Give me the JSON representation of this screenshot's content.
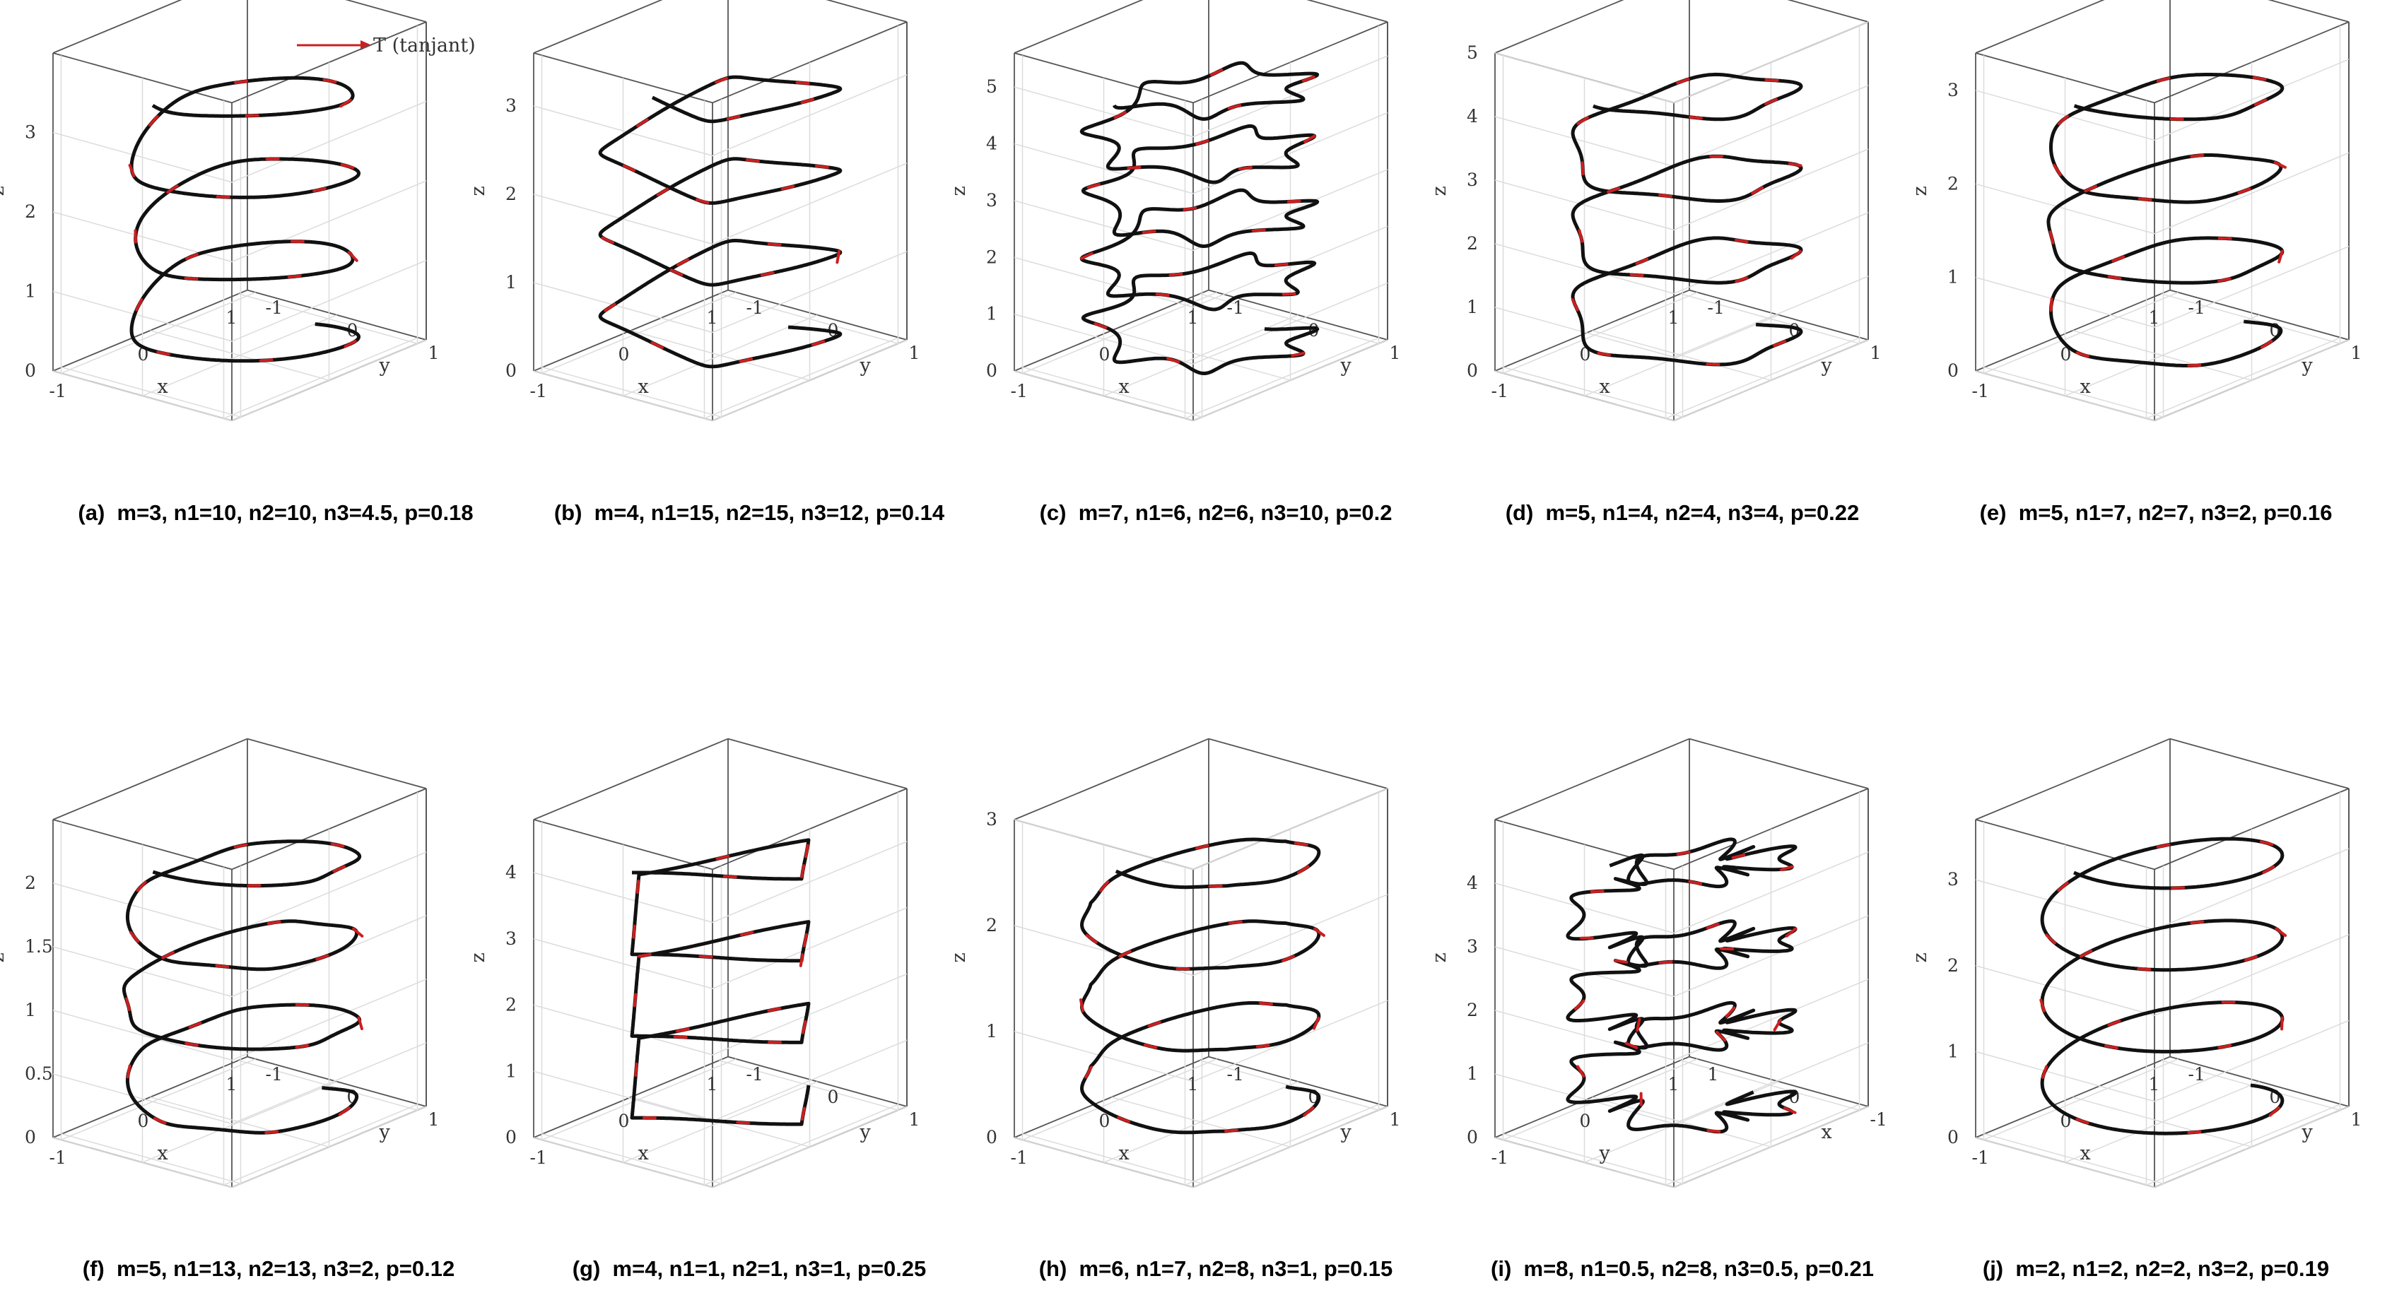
{
  "legend": {
    "label": "T (tanjant)",
    "color": "#cc1f1f"
  },
  "chart_data": [
    {
      "type": "line3d",
      "panel_label": "(a)",
      "caption": "m=3, n1=10, n2=10, n3=4.5, p=0.18",
      "m": 3,
      "n1": 10,
      "n2": 10,
      "n3": 4.5,
      "p": 0.18,
      "turns": 3.5,
      "xlabel": "x",
      "ylabel": "y",
      "zlabel": "z",
      "xticks": [
        "-1",
        "0",
        "1"
      ],
      "yticks": [
        "-1",
        "0",
        "1"
      ],
      "zticks": [
        "0",
        "1",
        "2",
        "3"
      ],
      "zlim": [
        0,
        4
      ]
    },
    {
      "type": "line3d",
      "panel_label": "(b)",
      "caption": "m=4, n1=15, n2=15, n3=12, p=0.14",
      "m": 4,
      "n1": 15,
      "n2": 15,
      "n3": 12,
      "p": 0.14,
      "turns": 3.5,
      "xlabel": "x",
      "ylabel": "y",
      "zlabel": "z",
      "xticks": [
        "-1",
        "0",
        "1"
      ],
      "yticks": [
        "-1",
        "0",
        "1"
      ],
      "zticks": [
        "0",
        "1",
        "2",
        "3"
      ],
      "zlim": [
        0,
        3.6
      ]
    },
    {
      "type": "line3d",
      "panel_label": "(c)",
      "caption": "m=7, n1=6, n2=6, n3=10, p=0.2",
      "m": 7,
      "n1": 6,
      "n2": 6,
      "n3": 10,
      "p": 0.2,
      "turns": 4.5,
      "xlabel": "x",
      "ylabel": "y",
      "zlabel": "z",
      "xticks": [
        "-1",
        "0",
        "1"
      ],
      "yticks": [
        "-1",
        "0",
        "1"
      ],
      "zticks": [
        "0",
        "1",
        "2",
        "3",
        "4",
        "5"
      ],
      "zlim": [
        0,
        5.6
      ]
    },
    {
      "type": "line3d",
      "panel_label": "(d)",
      "caption": "m=5, n1=4, n2=4, n3=4, p=0.22",
      "m": 5,
      "n1": 4,
      "n2": 4,
      "n3": 4,
      "p": 0.22,
      "turns": 3.5,
      "xlabel": "x",
      "ylabel": "y",
      "zlabel": "z",
      "xticks": [
        "-1",
        "0",
        "1"
      ],
      "yticks": [
        "-1",
        "0",
        "1"
      ],
      "zticks": [
        "0",
        "1",
        "2",
        "3",
        "4",
        "5"
      ],
      "zlim": [
        0,
        5
      ]
    },
    {
      "type": "line3d",
      "panel_label": "(e)",
      "caption": "m=5, n1=7, n2=7, n3=2, p=0.16",
      "m": 5,
      "n1": 7,
      "n2": 7,
      "n3": 2,
      "p": 0.16,
      "turns": 3.5,
      "xlabel": "x",
      "ylabel": "y",
      "zlabel": "z",
      "xticks": [
        "-1",
        "0",
        "1"
      ],
      "yticks": [
        "-1",
        "0",
        "1"
      ],
      "zticks": [
        "0",
        "1",
        "2",
        "3"
      ],
      "zlim": [
        0,
        3.4
      ]
    },
    {
      "type": "line3d",
      "panel_label": "(f)",
      "caption": "m=5, n1=13, n2=13, n3=2, p=0.12",
      "m": 5,
      "n1": 13,
      "n2": 13,
      "n3": 2,
      "p": 0.12,
      "turns": 3.5,
      "xlabel": "x",
      "ylabel": "y",
      "zlabel": "z",
      "xticks": [
        "-1",
        "0",
        "1"
      ],
      "yticks": [
        "-1",
        "0",
        "1"
      ],
      "zticks": [
        "0",
        "0.5",
        "1",
        "1.5",
        "2"
      ],
      "zlim": [
        0,
        2.5
      ]
    },
    {
      "type": "line3d",
      "panel_label": "(g)",
      "caption": "m=4, n1=1, n2=1, n3=1, p=0.25",
      "m": 4,
      "n1": 1,
      "n2": 1,
      "n3": 1,
      "p": 0.25,
      "turns": 3.5,
      "xlabel": "x",
      "ylabel": "y",
      "zlabel": "z",
      "xticks": [
        "-1",
        "0",
        "1"
      ],
      "yticks": [
        "-1",
        "0",
        "1"
      ],
      "zticks": [
        "0",
        "1",
        "2",
        "3",
        "4"
      ],
      "zlim": [
        0,
        4.8
      ]
    },
    {
      "type": "line3d",
      "panel_label": "(h)",
      "caption": "m=6, n1=7, n2=8, n3=1, p=0.15",
      "m": 6,
      "n1": 7,
      "n2": 8,
      "n3": 1,
      "p": 0.15,
      "turns": 3.5,
      "xlabel": "x",
      "ylabel": "y",
      "zlabel": "z",
      "xticks": [
        "-1",
        "0",
        "1"
      ],
      "yticks": [
        "-1",
        "0",
        "1"
      ],
      "zticks": [
        "0",
        "1",
        "2",
        "3"
      ],
      "zlim": [
        0,
        3
      ]
    },
    {
      "type": "line3d",
      "panel_label": "(i)",
      "caption": "m=8, n1=0.5, n2=8, n3=0.5, p=0.21",
      "m": 8,
      "n1": 0.5,
      "n2": 8,
      "n3": 0.5,
      "p": 0.21,
      "turns": 3.5,
      "xlabel": "y",
      "ylabel": "x",
      "zlabel": "z",
      "xticks": [
        "-1",
        "0",
        "1"
      ],
      "yticks": [
        "1",
        "0",
        "-1"
      ],
      "zticks": [
        "0",
        "1",
        "2",
        "3",
        "4"
      ],
      "zlim": [
        0,
        5
      ]
    },
    {
      "type": "line3d",
      "panel_label": "(j)",
      "caption": "m=2, n1=2, n2=2, n3=2, p=0.19",
      "m": 2,
      "n1": 2,
      "n2": 2,
      "n3": 2,
      "p": 0.19,
      "turns": 3.5,
      "xlabel": "x",
      "ylabel": "y",
      "zlabel": "z",
      "xticks": [
        "-1",
        "0",
        "1"
      ],
      "yticks": [
        "-1",
        "0",
        "1"
      ],
      "zticks": [
        "0",
        "1",
        "2",
        "3"
      ],
      "zlim": [
        0,
        3.7
      ]
    }
  ]
}
